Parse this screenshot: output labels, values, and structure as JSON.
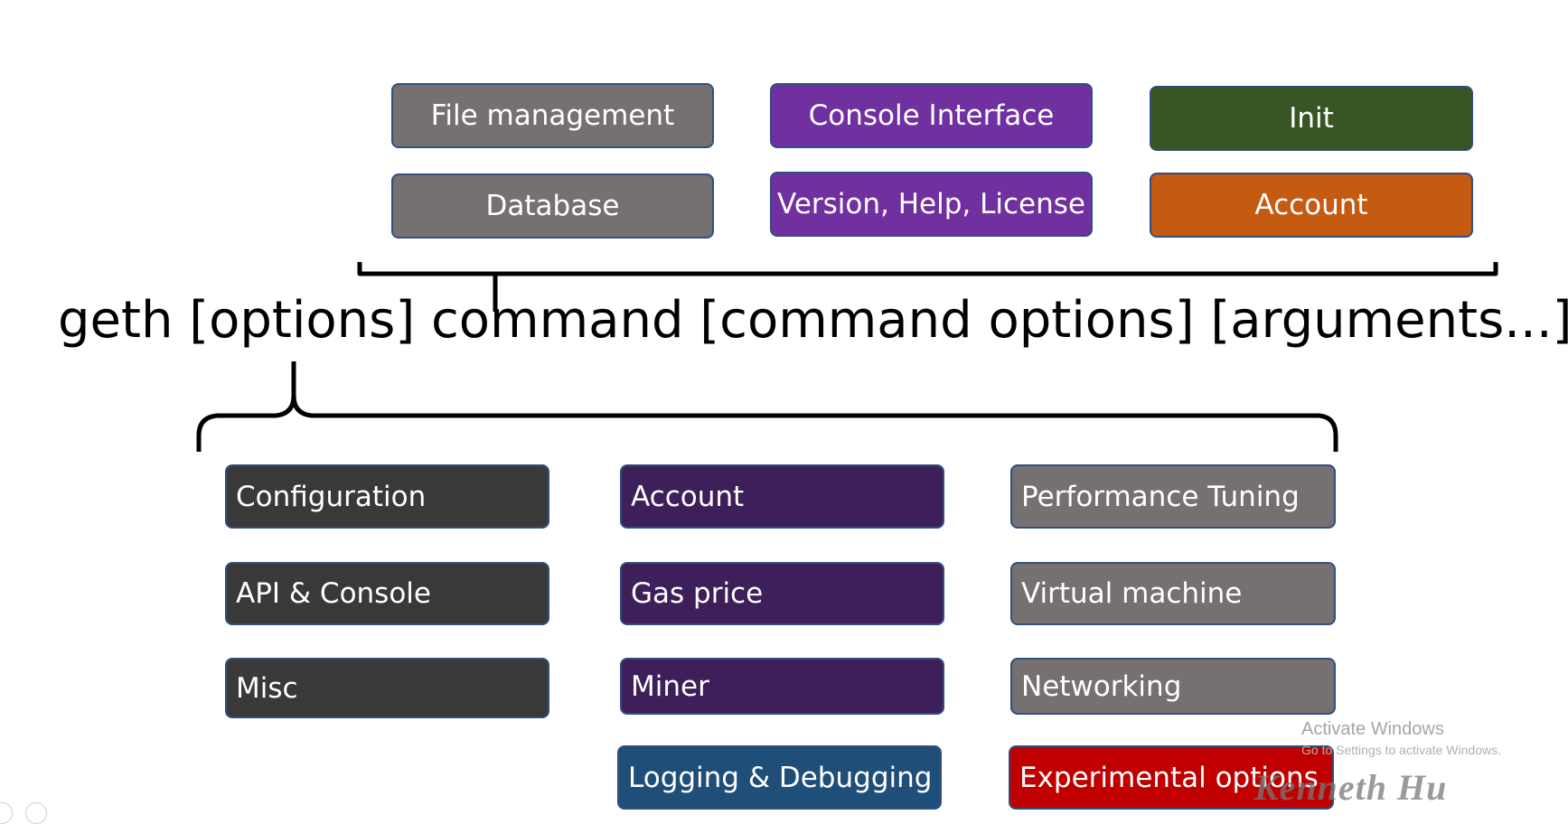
{
  "command_line": "geth [options] command [command options] [arguments...]",
  "commands": {
    "file_management": "File management",
    "database": "Database",
    "console_interface": "Console Interface",
    "version_help_license": "Version, Help, License",
    "init": "Init",
    "account": "Account"
  },
  "options": {
    "configuration": "Configuration",
    "api_console": "API & Console",
    "misc": "Misc",
    "account": "Account",
    "gas_price": "Gas price",
    "miner": "Miner",
    "logging_debugging": "Logging & Debugging",
    "performance_tuning": "Performance Tuning",
    "virtual_machine": "Virtual machine",
    "networking": "Networking",
    "experimental_options": "Experimental options"
  },
  "watermark": {
    "title": "Activate Windows",
    "subtitle": "Go to Settings to activate Windows."
  },
  "signature": "Kenneth Hu",
  "colors": {
    "gray": "#767171",
    "purple": "#7030a0",
    "green": "#375623",
    "orange": "#c55a11",
    "dark": "#3a3838",
    "dark_purple": "#3e1f59",
    "blue": "#1f4e79",
    "red": "#c00000"
  }
}
